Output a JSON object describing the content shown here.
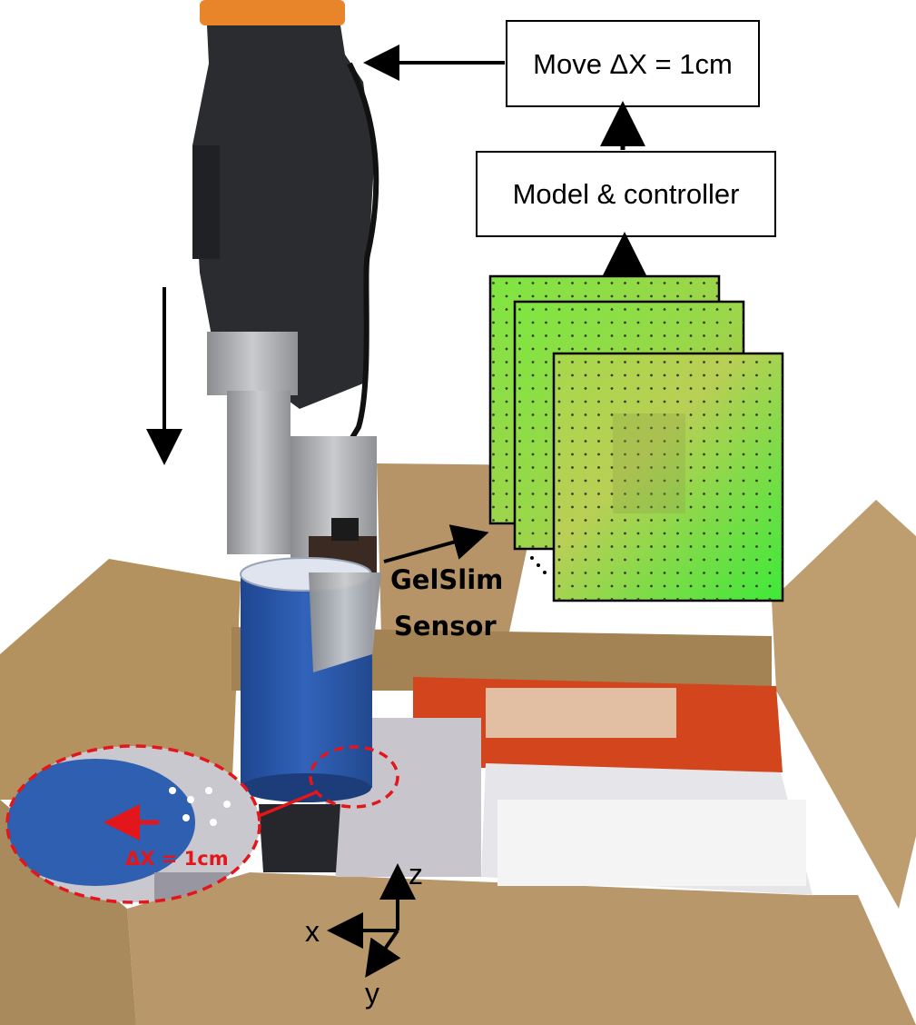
{
  "diagram": {
    "top_box_label": "Move ΔX = 1cm",
    "model_box_label": "Model & controller",
    "sensor_label_line1": "GelSlim",
    "sensor_label_line2": "Sensor",
    "displacement_label": "ΔX = 1cm",
    "axes": {
      "z": "z",
      "x": "x",
      "y": "y"
    },
    "tactile_images": {
      "count": 3,
      "has_more_ellipsis": true
    },
    "colors": {
      "cardboard": "#b99a6e",
      "cylinder": "#2b57a8",
      "gripper": "#2b2d30",
      "tactile": "#55d23a",
      "highlight": "#e3161b"
    }
  }
}
